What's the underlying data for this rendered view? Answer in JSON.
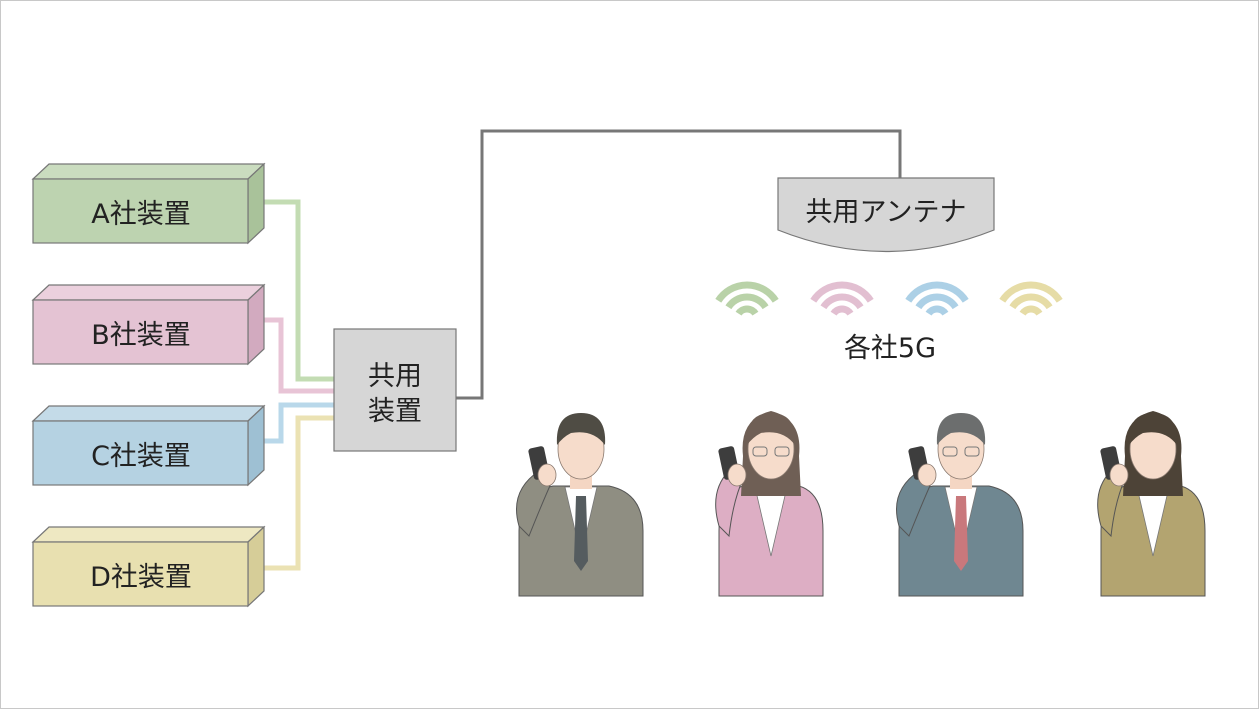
{
  "devices": [
    {
      "label": "A社装置",
      "color": "#bdd3b0",
      "top": "#cadcbf",
      "side": "#a9c29a",
      "line": "#c3dcb3"
    },
    {
      "label": "B社装置",
      "color": "#e4c3d3",
      "top": "#ebd0dd",
      "side": "#d2aabf",
      "line": "#e8c4d6"
    },
    {
      "label": "C社装置",
      "color": "#b5d2e2",
      "top": "#c4dbe8",
      "side": "#9ec0d3",
      "line": "#b9d8ea"
    },
    {
      "label": "D社装置",
      "color": "#e8e0b0",
      "top": "#eee8c2",
      "side": "#d6cd98",
      "line": "#ebe2b3"
    }
  ],
  "shared_device": {
    "label_line1": "共用",
    "label_line2": "装置"
  },
  "antenna": {
    "label": "共用アンテナ"
  },
  "signals_label": "各社5G",
  "signal_colors": [
    "#b9d2a8",
    "#e2bfd1",
    "#acd0e6",
    "#e6dca6"
  ],
  "people": [
    {
      "role": "man",
      "suit": "#8f8e82",
      "tie": "#555c5f",
      "hair": "#4f4c44",
      "glasses": false
    },
    {
      "role": "woman",
      "suit": "#ddaec4",
      "tie": null,
      "hair": "#6f5f55",
      "glasses": true
    },
    {
      "role": "older-man",
      "suit": "#6f8791",
      "tie": "#c9787c",
      "hair": "#6c6e6e",
      "glasses": true
    },
    {
      "role": "woman",
      "suit": "#b3a470",
      "tie": null,
      "hair": "#4d4337",
      "glasses": false
    }
  ]
}
